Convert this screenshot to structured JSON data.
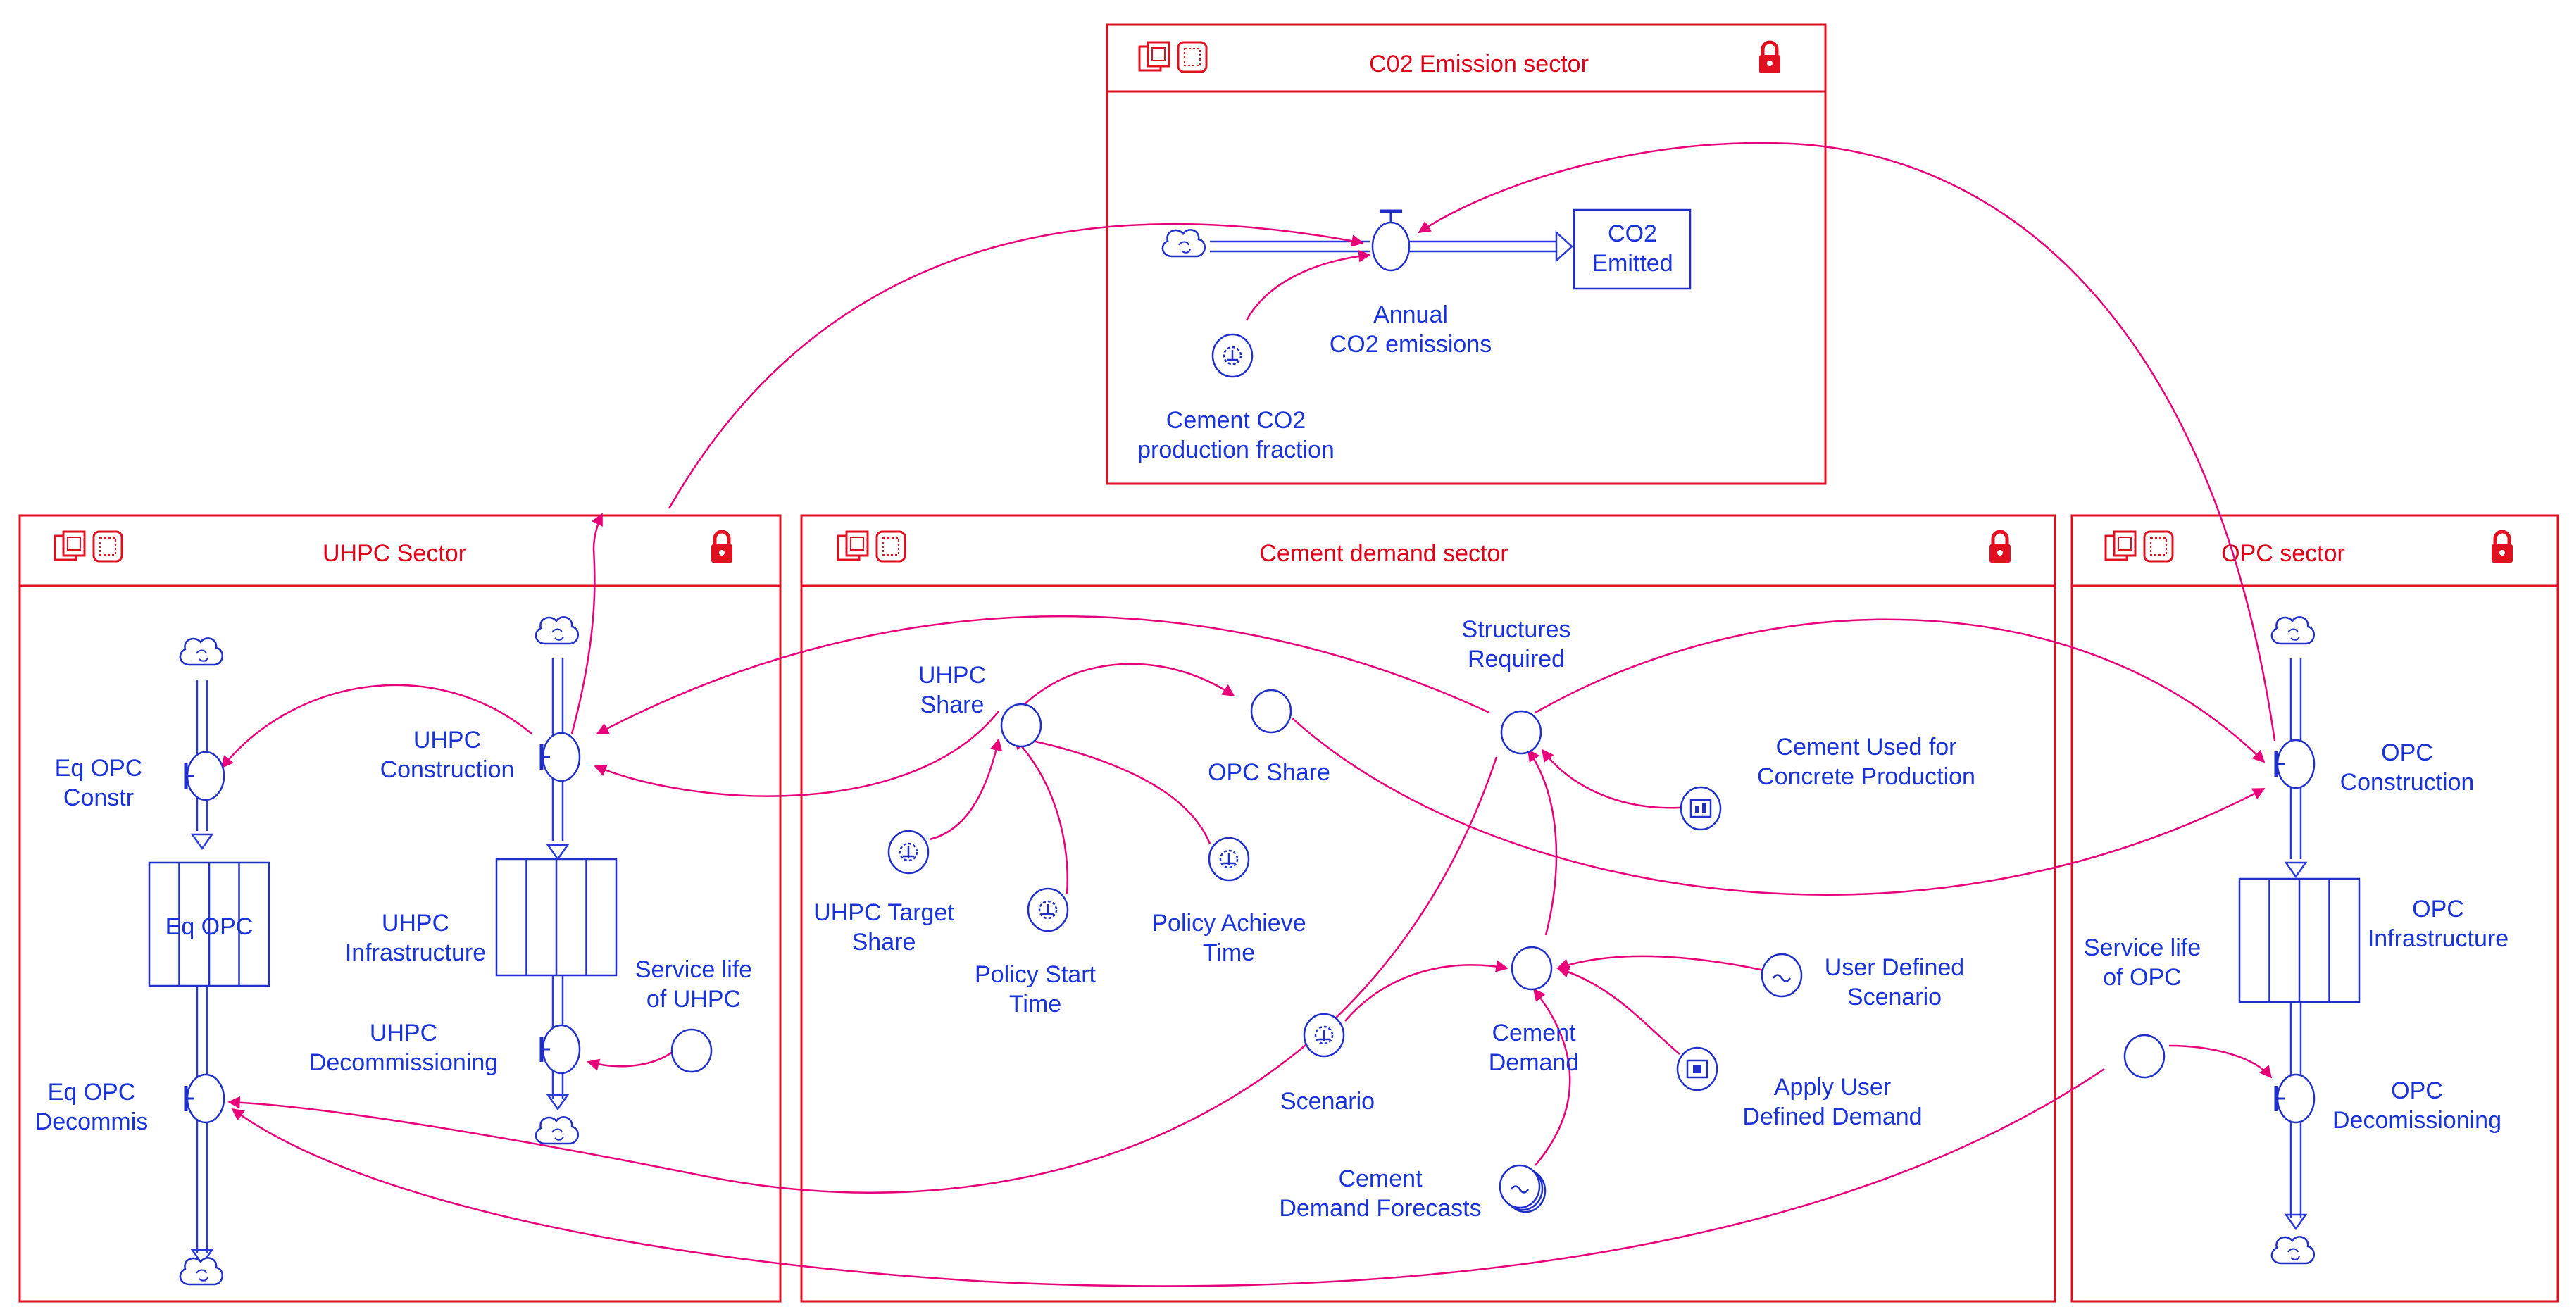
{
  "sectors": {
    "co2": {
      "title": "C02  Emission sector"
    },
    "uhpc": {
      "title": "UHPC Sector"
    },
    "demand": {
      "title": "Cement demand sector"
    },
    "opc": {
      "title": "OPC  sector"
    }
  },
  "labels": {
    "co2_emitted": [
      "CO2",
      "Emitted"
    ],
    "annual_co2": [
      "Annual",
      "CO2 emissions"
    ],
    "cement_co2_fraction": [
      "Cement CO2",
      "production fraction"
    ],
    "eq_opc_constr": [
      "Eq OPC",
      "Constr"
    ],
    "eq_opc": [
      "Eq OPC"
    ],
    "eq_opc_decommis": [
      "Eq OPC",
      "Decommis"
    ],
    "uhpc_construction": [
      "UHPC",
      "Construction"
    ],
    "uhpc_infrastructure": [
      "UHPC",
      "Infrastructure"
    ],
    "uhpc_decommissioning": [
      "UHPC",
      "Decommissioning"
    ],
    "service_life_uhpc": [
      "Service life",
      "of UHPC"
    ],
    "uhpc_share": [
      "UHPC",
      "Share"
    ],
    "opc_share": [
      "OPC Share"
    ],
    "uhpc_target_share": [
      "UHPC Target",
      "Share"
    ],
    "policy_start_time": [
      "Policy Start",
      "Time"
    ],
    "policy_achieve_time": [
      "Policy Achieve",
      "Time"
    ],
    "structures_required": [
      "Structures",
      "Required"
    ],
    "cement_used": [
      "Cement Used for",
      "Concrete Production"
    ],
    "cement_demand": [
      "Cement",
      "Demand"
    ],
    "user_defined_scenario": [
      "User Defined",
      "Scenario"
    ],
    "scenario": [
      "Scenario"
    ],
    "apply_user_defined": [
      "Apply User",
      "Defined Demand"
    ],
    "cement_demand_forecasts": [
      "Cement",
      "Demand Forecasts"
    ],
    "opc_construction": [
      "OPC",
      "Construction"
    ],
    "opc_infrastructure": [
      "OPC",
      "Infrastructure"
    ],
    "service_life_opc": [
      "Service life",
      "of OPC"
    ],
    "opc_decomissioning": [
      "OPC",
      "Decomissioning"
    ]
  },
  "colors": {
    "frame": "#e01020",
    "label": "#1a33d9",
    "connector": "#e8007a",
    "node": "#1f2fc8"
  },
  "icons": [
    "window-icon",
    "frame-icon",
    "lock-icon",
    "cloud-icon",
    "valve-icon",
    "converter-icon",
    "stock-icon"
  ]
}
